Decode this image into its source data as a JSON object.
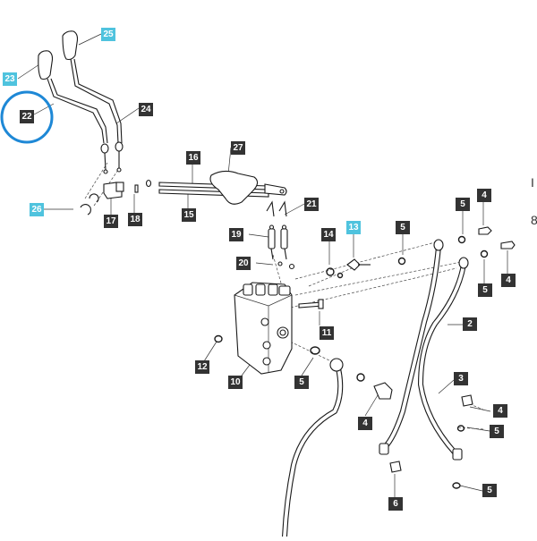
{
  "highlight_color": "#1e88d6",
  "callout_color": "#333333",
  "callout_highlight_color": "#4fc3de",
  "selected_part": "22",
  "edge_letters": [
    "I",
    "8"
  ],
  "callouts": {
    "c22": "22",
    "c23": "23",
    "c24": "24",
    "c25": "25",
    "c26": "26",
    "c27": "27",
    "c16": "16",
    "c15": "15",
    "c17": "17",
    "c18": "18",
    "c21": "21",
    "c19": "19",
    "c20": "20",
    "c14": "14",
    "c13": "13",
    "c5a": "5",
    "c5b": "5",
    "c5c": "5",
    "c5d": "5",
    "c5e": "5",
    "c5f": "5",
    "c4a": "4",
    "c4b": "4",
    "c4c": "4",
    "c4d": "4",
    "c2": "2",
    "c3": "3",
    "c11": "11",
    "c12": "12",
    "c10": "10",
    "c6": "6"
  }
}
